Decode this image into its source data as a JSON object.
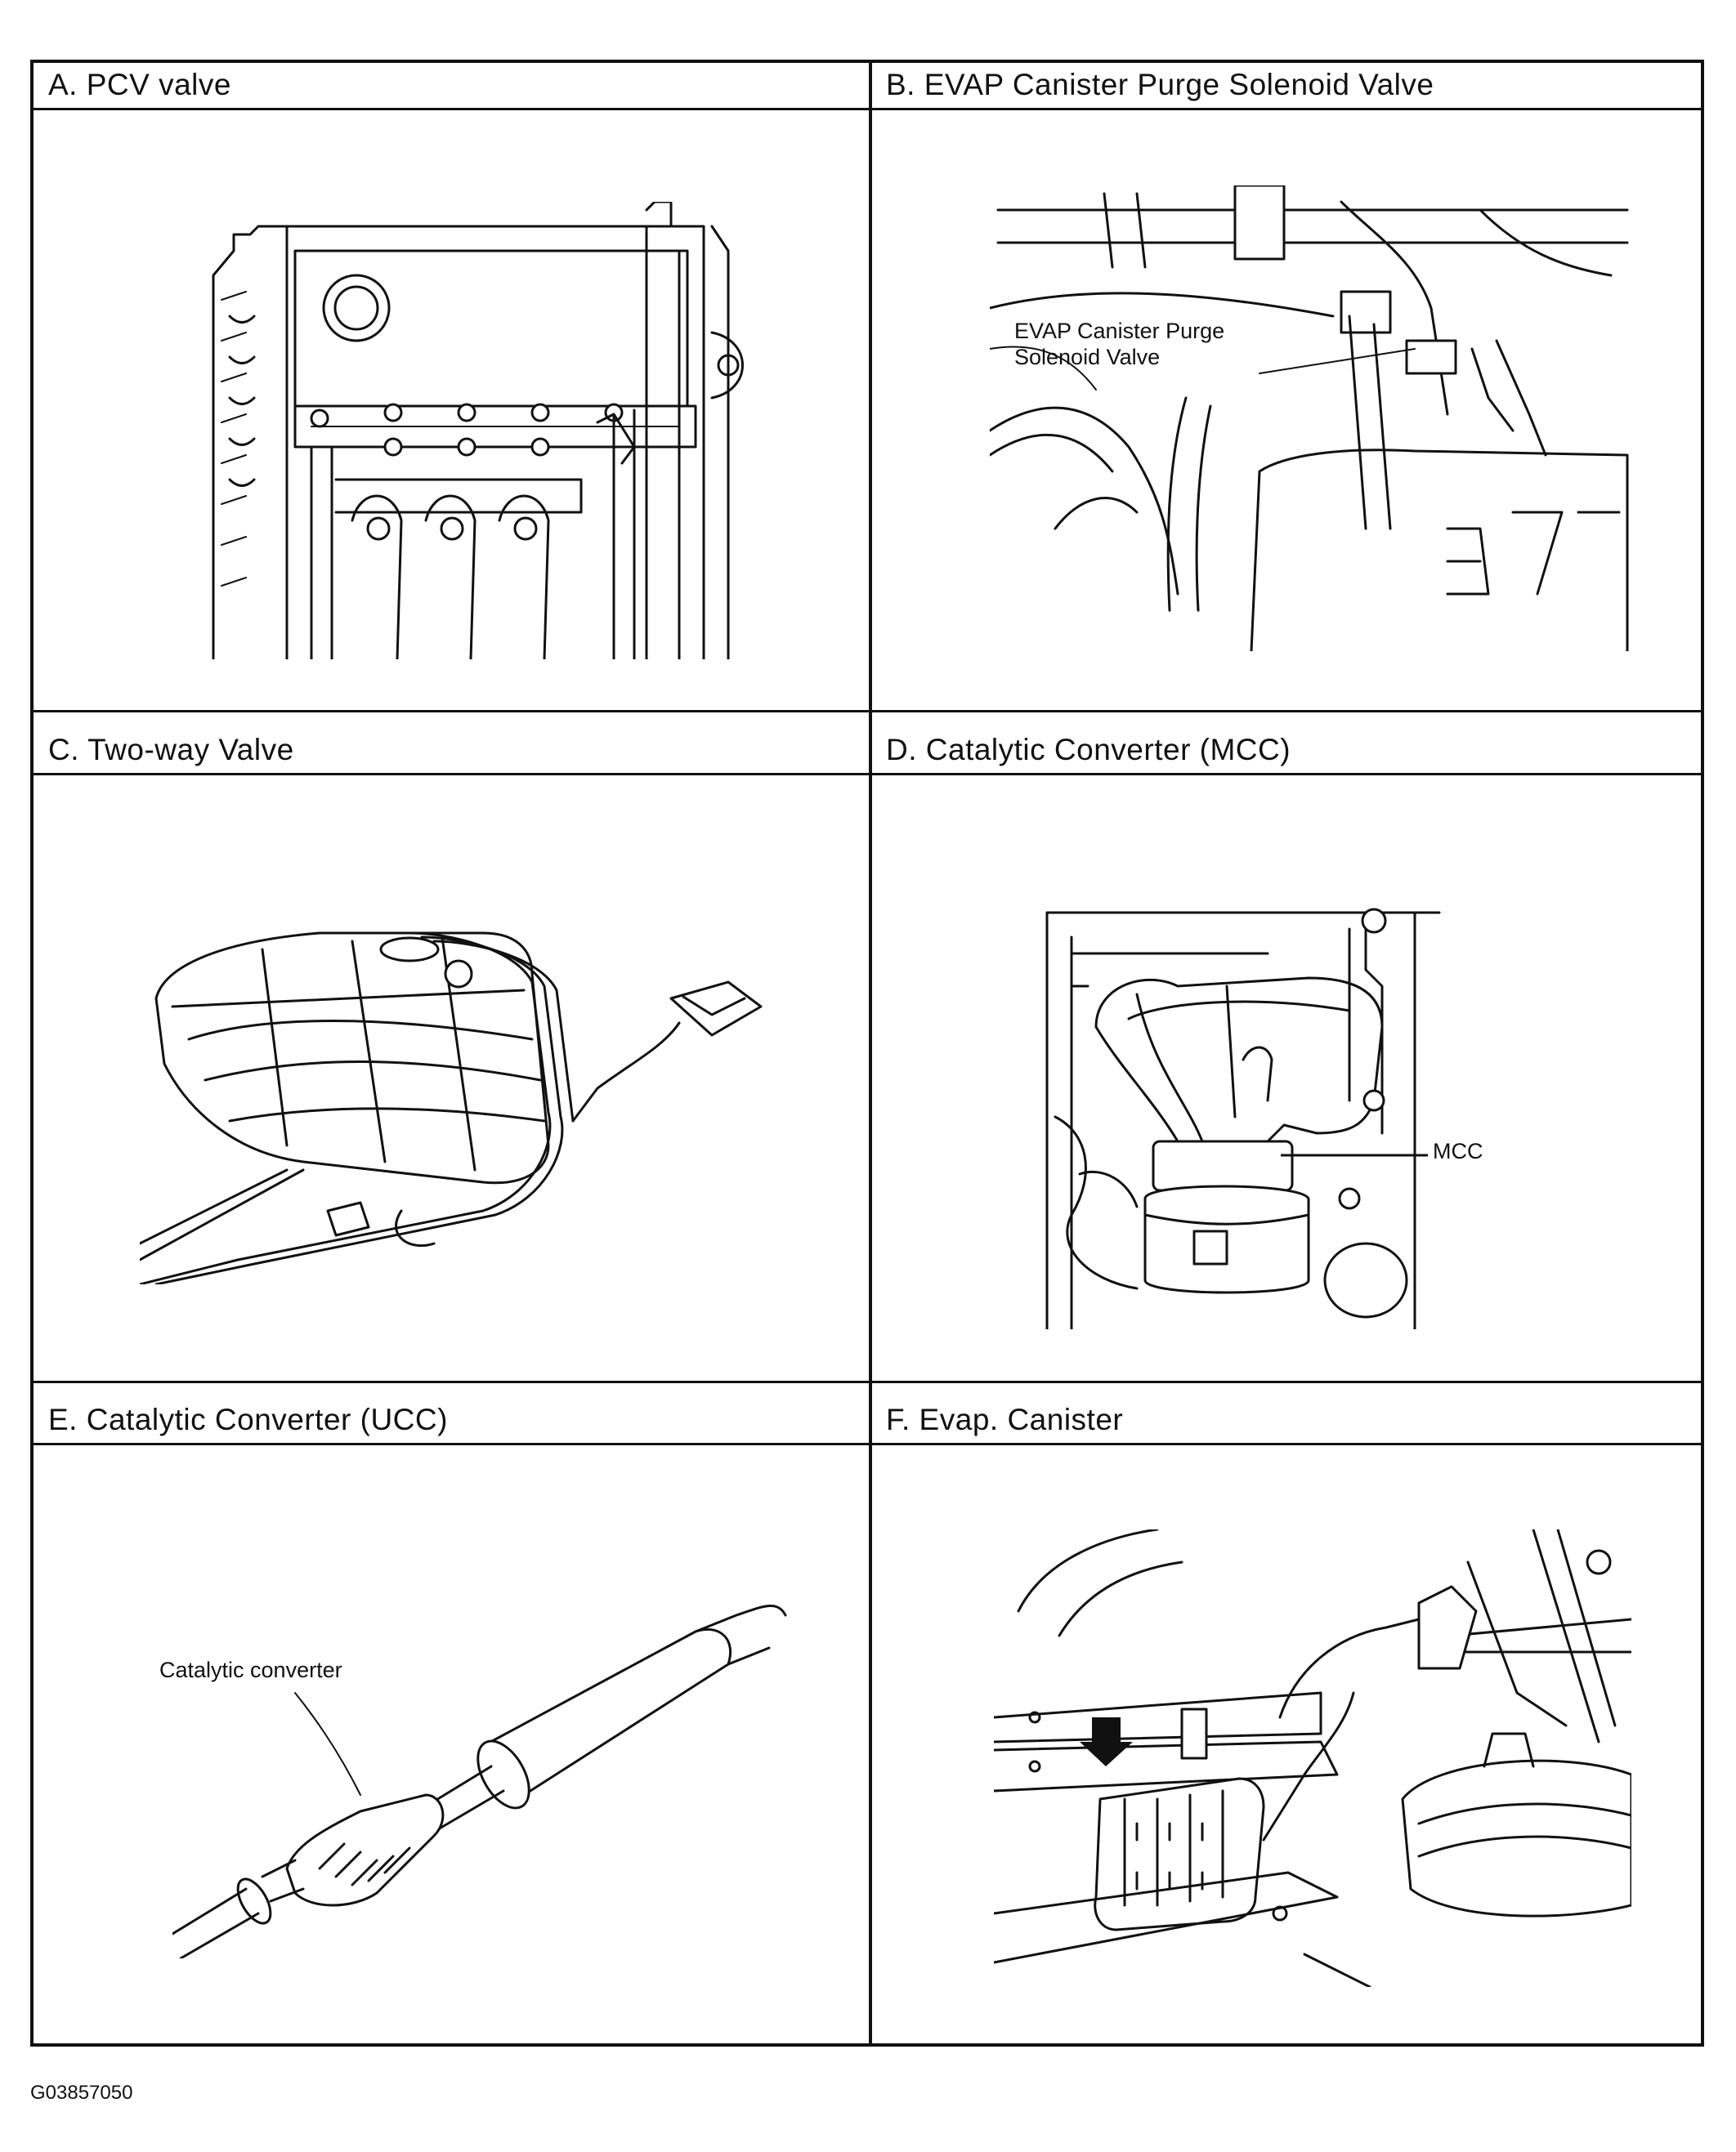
{
  "panels": [
    {
      "title": "A. PCV valve",
      "callout": ""
    },
    {
      "title": "B. EVAP Canister Purge Solenoid Valve",
      "callout": "EVAP Canister Purge\nSolenoid Valve"
    },
    {
      "title": "C. Two-way Valve",
      "callout": ""
    },
    {
      "title": "D. Catalytic Converter (MCC)",
      "callout": "MCC"
    },
    {
      "title": "E. Catalytic Converter (UCC)",
      "callout": "Catalytic converter"
    },
    {
      "title": "F. Evap.  Canister",
      "callout": ""
    }
  ],
  "figure_code": "G03857050",
  "colors": {
    "line": "#111111",
    "background": "#ffffff"
  },
  "icons": {
    "a": "engine-cylinder-head-icon",
    "b": "purge-solenoid-engine-bay-icon",
    "c": "fuel-tank-icon",
    "d": "exhaust-manifold-converter-icon",
    "e": "exhaust-pipe-converter-icon",
    "f": "evap-canister-icon"
  }
}
